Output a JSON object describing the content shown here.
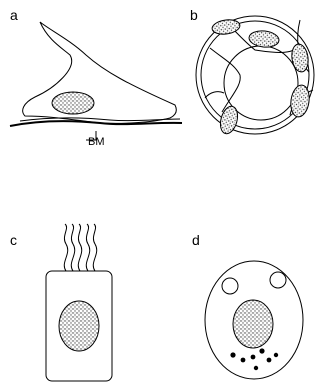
{
  "panels": {
    "a": {
      "label": "a",
      "bm_label": "BM"
    },
    "b": {
      "label": "b"
    },
    "c": {
      "label": "c"
    },
    "d": {
      "label": "d"
    }
  },
  "colors": {
    "ink": "#000000",
    "background": "#ffffff",
    "nucleus_fill": "#c8c8c8"
  }
}
